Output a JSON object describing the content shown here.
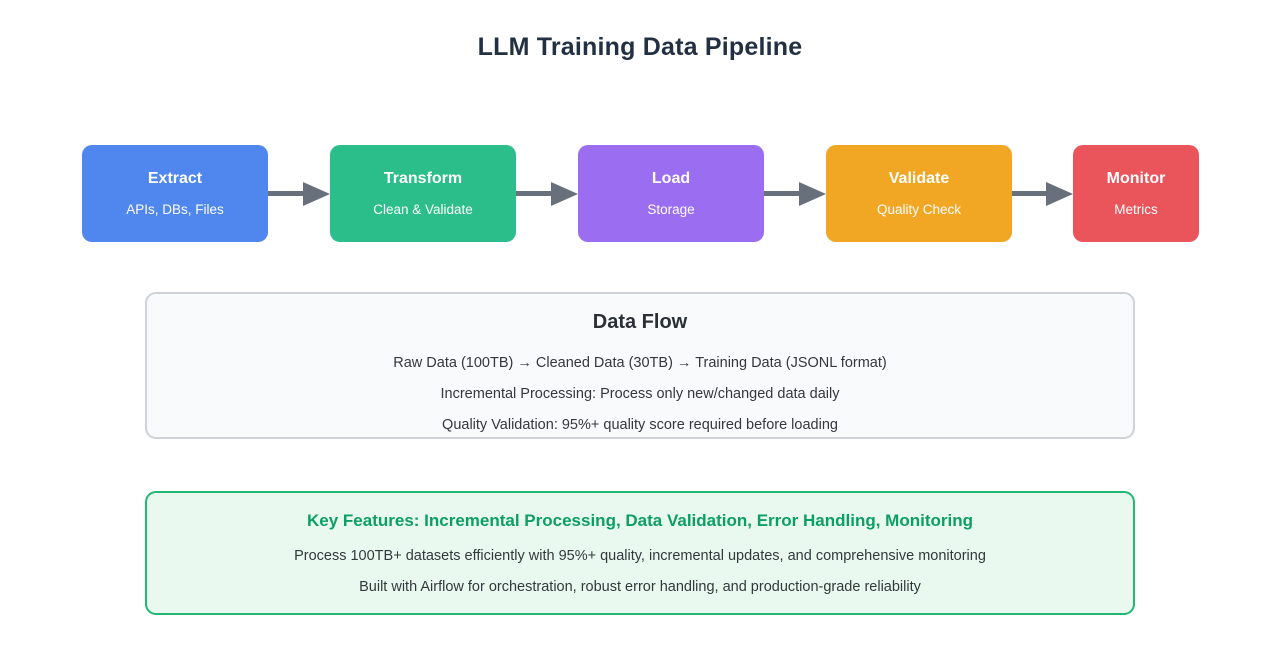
{
  "title": "LLM Training Data Pipeline",
  "colors": {
    "title_text": "#223042",
    "arrow": "#68707b",
    "data_flow_bg": "#f9fafb",
    "data_flow_border": "#ced2d9",
    "key_features_bg": "#e9f9f0",
    "key_features_border": "#21b873",
    "key_features_title": "#0c9f63",
    "body_text": "#33383d"
  },
  "pipeline": {
    "stages": [
      {
        "label": "Extract",
        "sublabel": "APIs, DBs, Files",
        "color": "#4f87ee"
      },
      {
        "label": "Transform",
        "sublabel": "Clean & Validate",
        "color": "#2bbd8a"
      },
      {
        "label": "Load",
        "sublabel": "Storage",
        "color": "#9b6df0"
      },
      {
        "label": "Validate",
        "sublabel": "Quality Check",
        "color": "#f2a724"
      },
      {
        "label": "Monitor",
        "sublabel": "Metrics",
        "color": "#ea555c"
      }
    ]
  },
  "data_flow": {
    "title": "Data Flow",
    "lines": [
      "Raw Data (100TB) → Cleaned Data (30TB) → Training Data (JSONL format)",
      "Incremental Processing: Process only new/changed data daily",
      "Quality Validation: 95%+ quality score required before loading"
    ]
  },
  "key_features": {
    "title": "Key Features: Incremental Processing, Data Validation, Error Handling, Monitoring",
    "lines": [
      "Process 100TB+ datasets efficiently with 95%+ quality, incremental updates, and comprehensive monitoring",
      "Built with Airflow for orchestration, robust error handling, and production-grade reliability"
    ]
  }
}
